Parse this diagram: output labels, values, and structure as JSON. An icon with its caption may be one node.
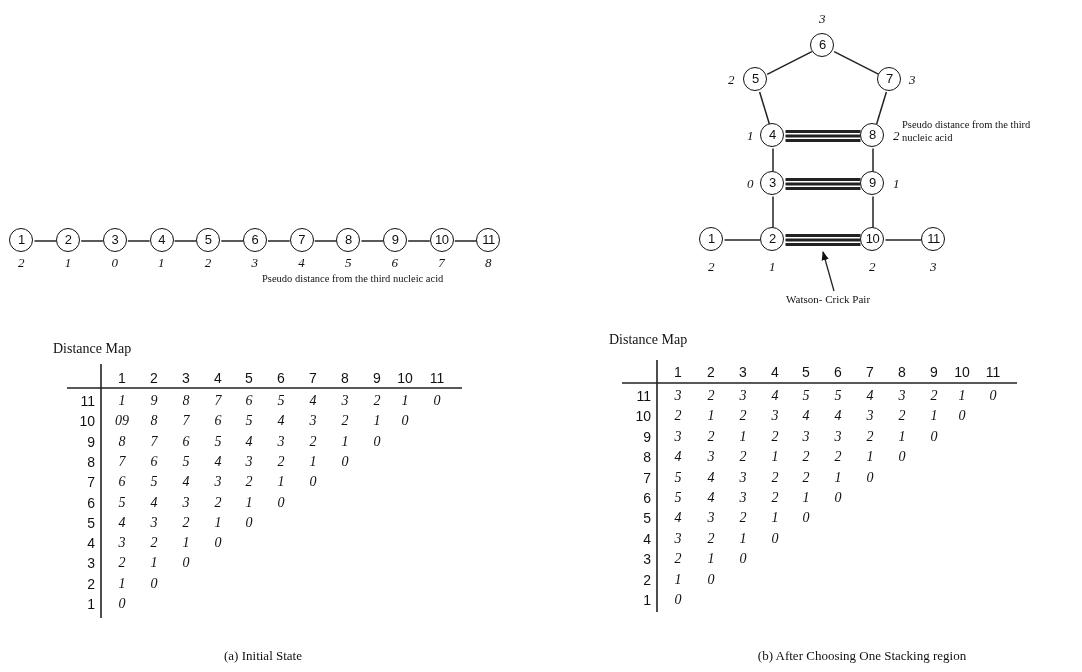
{
  "diagram": {
    "nodes": [
      {
        "text": [
          "1"
        ],
        "beside": [
          "2"
        ]
      },
      {
        "text": [
          "2"
        ],
        "beside": [
          "1"
        ]
      },
      {
        "text": [
          "3"
        ],
        "beside": [
          "0"
        ]
      },
      {
        "text": [
          "4"
        ],
        "beside": [
          "1"
        ]
      },
      {
        "text": [
          "5"
        ],
        "beside": [
          "2"
        ]
      },
      {
        "text": [
          "6"
        ],
        "beside": [
          "3"
        ]
      },
      {
        "text": [
          "7"
        ],
        "beside": [
          "4"
        ]
      },
      {
        "text": [
          "8"
        ],
        "beside": [
          "5"
        ]
      },
      {
        "text": [
          "9"
        ],
        "beside": [
          "6"
        ]
      },
      {
        "text": [
          "10"
        ],
        "beside": [
          "7"
        ]
      },
      {
        "text": [
          "11"
        ],
        "beside": [
          "8"
        ]
      },
      {
        "text": [
          "1"
        ],
        "beside": [
          "2"
        ]
      },
      {
        "text": [
          "2"
        ],
        "beside": [
          "1"
        ]
      },
      {
        "text": [
          "3"
        ],
        "beside": [
          "0"
        ]
      },
      {
        "text": [
          "4"
        ],
        "beside": [
          "1"
        ]
      },
      {
        "text": [
          "5"
        ],
        "beside": [
          "2"
        ]
      },
      {
        "text": [
          "6"
        ],
        "beside": [
          "3"
        ]
      },
      {
        "text": [
          "7"
        ],
        "beside": [
          "3"
        ]
      },
      {
        "text": [
          "8"
        ],
        "beside": [
          "2"
        ]
      },
      {
        "text": [
          "9"
        ],
        "beside": [
          "1"
        ]
      },
      {
        "text": [
          "10"
        ],
        "beside": [
          "2"
        ]
      },
      {
        "text": [
          "11"
        ],
        "beside": [
          "3"
        ]
      },
      {
        "text": [
          "Watson- Crick Pair"
        ]
      }
    ],
    "edges": [
      {
        "from": 0,
        "to": 1,
        "arrow": "none"
      },
      {
        "from": 1,
        "to": 2,
        "arrow": "none"
      },
      {
        "from": 2,
        "to": 3,
        "arrow": "none"
      },
      {
        "from": 3,
        "to": 4,
        "arrow": "none"
      },
      {
        "from": 4,
        "to": 5,
        "arrow": "none"
      },
      {
        "from": 5,
        "to": 6,
        "arrow": "none"
      },
      {
        "from": 6,
        "to": 7,
        "arrow": "none"
      },
      {
        "from": 7,
        "to": 8,
        "arrow": "none"
      },
      {
        "from": 8,
        "to": 9,
        "arrow": "none"
      },
      {
        "from": 9,
        "to": 10,
        "arrow": "none"
      },
      {
        "from": 11,
        "to": 12,
        "arrow": "none"
      },
      {
        "from": 12,
        "to": 13,
        "arrow": "none"
      },
      {
        "from": 13,
        "to": 14,
        "arrow": "none"
      },
      {
        "from": 14,
        "to": 15,
        "arrow": "none"
      },
      {
        "from": 15,
        "to": 16,
        "arrow": "none"
      },
      {
        "from": 16,
        "to": 17,
        "arrow": "none"
      },
      {
        "from": 17,
        "to": 18,
        "arrow": "none"
      },
      {
        "from": 18,
        "to": 19,
        "arrow": "none"
      },
      {
        "from": 19,
        "to": 20,
        "arrow": "none"
      },
      {
        "from": 20,
        "to": 21,
        "arrow": "none"
      },
      {
        "from": 12,
        "to": 20,
        "arrow": "none",
        "style": "thick"
      },
      {
        "from": 13,
        "to": 19,
        "arrow": "none",
        "style": "thick"
      },
      {
        "from": 14,
        "to": 18,
        "arrow": "none",
        "style": "thick"
      },
      {
        "from": 22,
        "to": null,
        "arrow": "to"
      }
    ],
    "labels": [
      "Pseudo distance from the third nucleic acid",
      "Distance Map",
      "1",
      "2",
      "3",
      "4",
      "5",
      "6",
      "7",
      "8",
      "9",
      "10",
      "11",
      "11",
      "1",
      "9",
      "8",
      "7",
      "6",
      "5",
      "4",
      "3",
      "2",
      "1",
      "0",
      "10",
      "09",
      "8",
      "7",
      "6",
      "5",
      "4",
      "3",
      "2",
      "1",
      "0",
      "9",
      "8",
      "7",
      "6",
      "5",
      "4",
      "3",
      "2",
      "1",
      "0",
      "8",
      "7",
      "6",
      "5",
      "4",
      "3",
      "2",
      "1",
      "0",
      "7",
      "6",
      "5",
      "4",
      "3",
      "2",
      "1",
      "0",
      "6",
      "5",
      "4",
      "3",
      "2",
      "1",
      "0",
      "5",
      "4",
      "3",
      "2",
      "1",
      "0",
      "4",
      "3",
      "2",
      "1",
      "0",
      "3",
      "2",
      "1",
      "0",
      "2",
      "1",
      "0",
      "1",
      "0",
      "(a) Initial State",
      "Pseudo distance from the third nucleic acid",
      "Distance Map",
      "1",
      "2",
      "3",
      "4",
      "5",
      "6",
      "7",
      "8",
      "9",
      "10",
      "11",
      "11",
      "3",
      "2",
      "3",
      "4",
      "5",
      "5",
      "4",
      "3",
      "2",
      "1",
      "0",
      "10",
      "2",
      "1",
      "2",
      "3",
      "4",
      "4",
      "3",
      "2",
      "1",
      "0",
      "9",
      "3",
      "2",
      "1",
      "2",
      "3",
      "3",
      "2",
      "1",
      "0",
      "8",
      "4",
      "3",
      "2",
      "1",
      "2",
      "2",
      "1",
      "0",
      "7",
      "5",
      "4",
      "3",
      "2",
      "2",
      "1",
      "0",
      "6",
      "5",
      "4",
      "3",
      "2",
      "1",
      "0",
      "5",
      "4",
      "3",
      "2",
      "1",
      "0",
      "4",
      "3",
      "2",
      "1",
      "0",
      "3",
      "2",
      "1",
      "0",
      "2",
      "1",
      "0",
      "1",
      "0",
      "(b) After Choosing One Stacking region"
    ]
  }
}
